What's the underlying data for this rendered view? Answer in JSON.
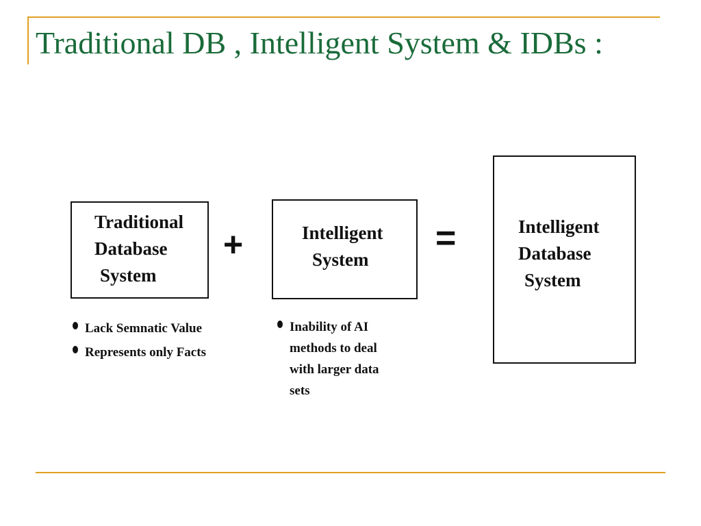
{
  "slide": {
    "title": "Traditional DB , Intelligent System & IDBs :"
  },
  "diagram": {
    "box1": {
      "lines": [
        "Traditional",
        "Database",
        "System"
      ]
    },
    "operator_plus": "+",
    "box2": {
      "lines": [
        "Intelligent",
        "System"
      ]
    },
    "operator_equals": "=",
    "box3": {
      "lines": [
        "Intelligent",
        "Database",
        "System"
      ]
    },
    "box1_notes": [
      "Lack Semnatic Value",
      "Represents only Facts"
    ],
    "box2_notes": [
      "Inability of AI",
      "methods to deal",
      "with larger data",
      "sets"
    ]
  },
  "colors": {
    "title": "#1a6b3a",
    "accent_rule": "#e0a020",
    "box_border": "#111111"
  }
}
